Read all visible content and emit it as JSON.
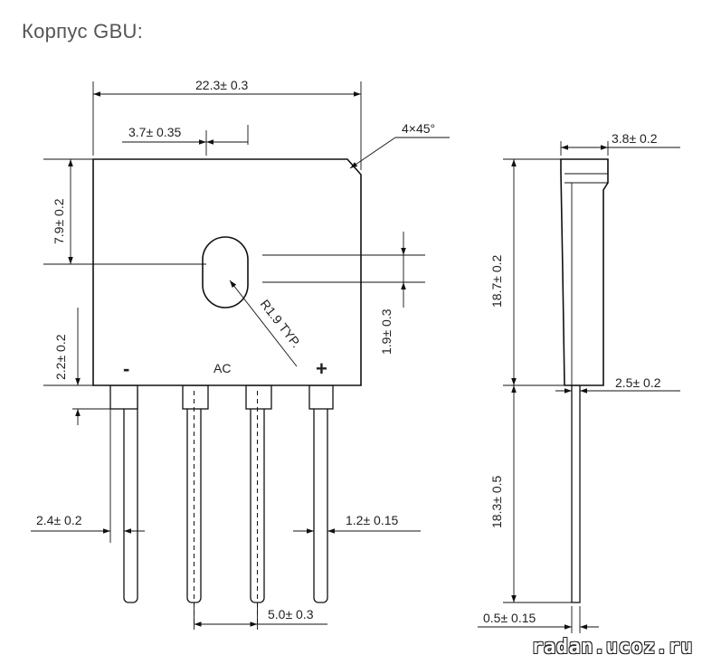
{
  "title": "Корпус GBU:",
  "labels": {
    "width_total": "22.3± 0.3",
    "hole_offset": "3.7± 0.35",
    "chamfer": "4×45°",
    "upper_height": "7.9± 0.2",
    "lead_spacing_bottom": "2.2± 0.2",
    "hole_diameter": "1.9± 0.3",
    "hole_radius": "R1.9 TYP.",
    "lead_width": "2.4± 0.2",
    "lead_thickness_front": "1.2± 0.15",
    "lead_pitch": "5.0± 0.3",
    "body_thickness": "3.8± 0.2",
    "body_height": "18.7± 0.2",
    "lead_offset_side": "2.5± 0.2",
    "lead_length": "18.3± 0.5",
    "lead_thickness_side": "0.5± 0.15"
  },
  "pins": {
    "minus": "-",
    "ac": "AC",
    "plus": "+"
  },
  "watermark": "radan.ucoz.ru"
}
